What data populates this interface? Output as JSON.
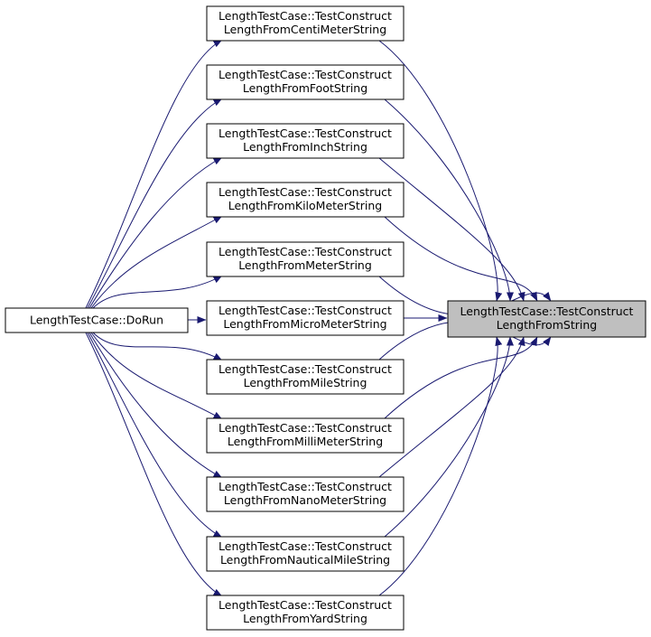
{
  "graph": {
    "edge_color": "#191970",
    "node_border": "#000000",
    "node_fill": "#ffffff",
    "highlight_fill": "#bfbfbf",
    "caller": {
      "label_line1": "LengthTestCase::DoRun"
    },
    "target": {
      "label_line1": "LengthTestCase::TestConstruct",
      "label_line2": "LengthFromString"
    },
    "tests": [
      {
        "line1": "LengthTestCase::TestConstruct",
        "line2": "LengthFromCentiMeterString"
      },
      {
        "line1": "LengthTestCase::TestConstruct",
        "line2": "LengthFromFootString"
      },
      {
        "line1": "LengthTestCase::TestConstruct",
        "line2": "LengthFromInchString"
      },
      {
        "line1": "LengthTestCase::TestConstruct",
        "line2": "LengthFromKiloMeterString"
      },
      {
        "line1": "LengthTestCase::TestConstruct",
        "line2": "LengthFromMeterString"
      },
      {
        "line1": "LengthTestCase::TestConstruct",
        "line2": "LengthFromMicroMeterString"
      },
      {
        "line1": "LengthTestCase::TestConstruct",
        "line2": "LengthFromMileString"
      },
      {
        "line1": "LengthTestCase::TestConstruct",
        "line2": "LengthFromMilliMeterString"
      },
      {
        "line1": "LengthTestCase::TestConstruct",
        "line2": "LengthFromNanoMeterString"
      },
      {
        "line1": "LengthTestCase::TestConstruct",
        "line2": "LengthFromNauticalMileString"
      },
      {
        "line1": "LengthTestCase::TestConstruct",
        "line2": "LengthFromYardString"
      }
    ]
  }
}
